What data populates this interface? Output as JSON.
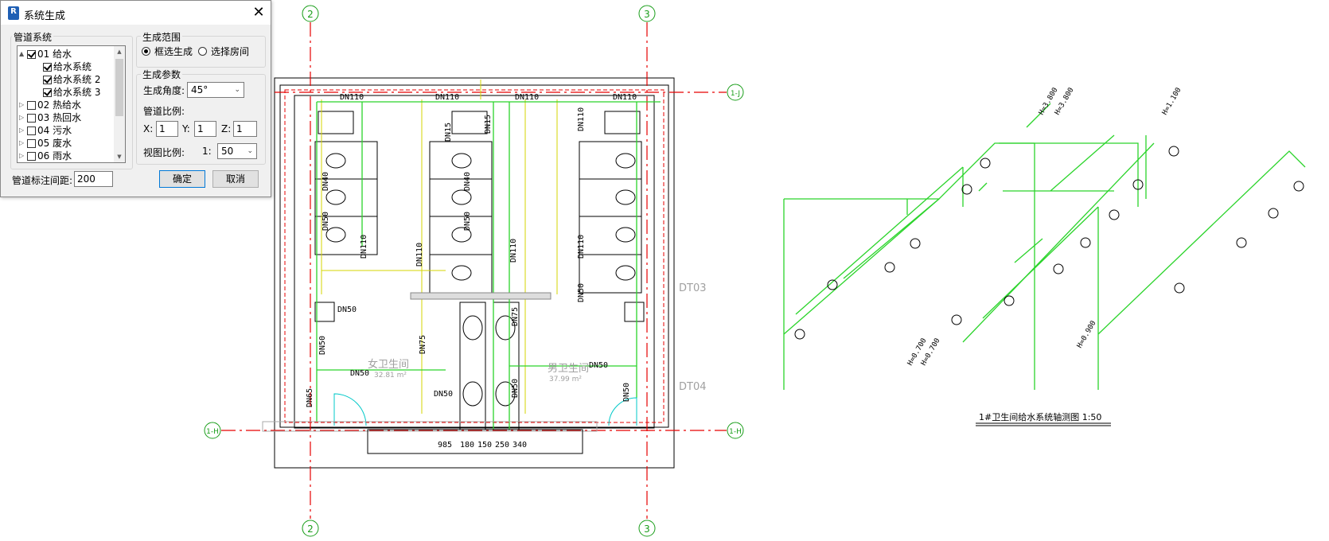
{
  "dialog": {
    "title": "系统生成",
    "app_icon_text": "R",
    "pipe_system_group": "管道系统",
    "tree": [
      {
        "level": 0,
        "expander": "▲",
        "checked": true,
        "label": "01 给水"
      },
      {
        "level": 1,
        "expander": "",
        "checked": true,
        "label": "给水系统"
      },
      {
        "level": 1,
        "expander": "",
        "checked": true,
        "label": "给水系统 2"
      },
      {
        "level": 1,
        "expander": "",
        "checked": true,
        "label": "给水系统 3"
      },
      {
        "level": 0,
        "expander": "▷",
        "checked": false,
        "label": "02 热给水"
      },
      {
        "level": 0,
        "expander": "▷",
        "checked": false,
        "label": "03 热回水"
      },
      {
        "level": 0,
        "expander": "▷",
        "checked": false,
        "label": "04 污水"
      },
      {
        "level": 0,
        "expander": "▷",
        "checked": false,
        "label": "05 废水"
      },
      {
        "level": 0,
        "expander": "▷",
        "checked": false,
        "label": "06 雨水"
      }
    ],
    "range_group": "生成范围",
    "range_options": [
      "框选生成",
      "选择房间"
    ],
    "range_selected": 0,
    "params_group": "生成参数",
    "angle_label": "生成角度:",
    "angle_value": "45°",
    "pipe_scale_label": "管道比例:",
    "x_label": "X:",
    "x_value": "1",
    "y_label": "Y:",
    "y_value": "1",
    "z_label": "Z:",
    "z_value": "1",
    "view_scale_label": "视图比例:",
    "view_scale_prefix": "1:",
    "view_scale_value": "50",
    "spacing_label": "管道标注间距:",
    "spacing_value": "200",
    "ok_label": "确定",
    "cancel_label": "取消"
  },
  "plan": {
    "grid_top": [
      "2",
      "3"
    ],
    "grid_bottom": [
      "2",
      "3"
    ],
    "grid_right": [
      "1-J",
      "1-H"
    ],
    "grid_left": [
      "1-H"
    ],
    "room_women": "女卫生间",
    "room_women_area": "32.81 m²",
    "room_men": "男卫生间",
    "room_men_area": "37.99 m²",
    "shaft_1": "DT03",
    "shaft_2": "DT04",
    "pipe_labels": [
      "DN110",
      "DN110",
      "DN110",
      "DN110",
      "DN50",
      "DN50",
      "DN50",
      "DN50",
      "DN50",
      "DN75",
      "DN75",
      "DN65",
      "DN40",
      "DN50",
      "DN15",
      "DN110",
      "DN110",
      "DN110",
      "DN110",
      "DN40",
      "DN50",
      "DN110",
      "DN50",
      "DN50",
      "DN50",
      "DN15"
    ],
    "dims_bottom": [
      "985",
      "180",
      "150",
      "250",
      "340"
    ]
  },
  "isometric": {
    "caption": "1#卫生间给水系统轴测图 1:50",
    "elevations": [
      "H=3.800",
      "H=3.800",
      "H=1.100",
      "H=0.700",
      "H=0.700",
      "H=0.900"
    ]
  },
  "colors": {
    "grid_line": "#e60000",
    "pipe": "#2bd42b",
    "wall": "#000000",
    "yellow_line": "#d6d600",
    "accent": "#0078d7"
  }
}
